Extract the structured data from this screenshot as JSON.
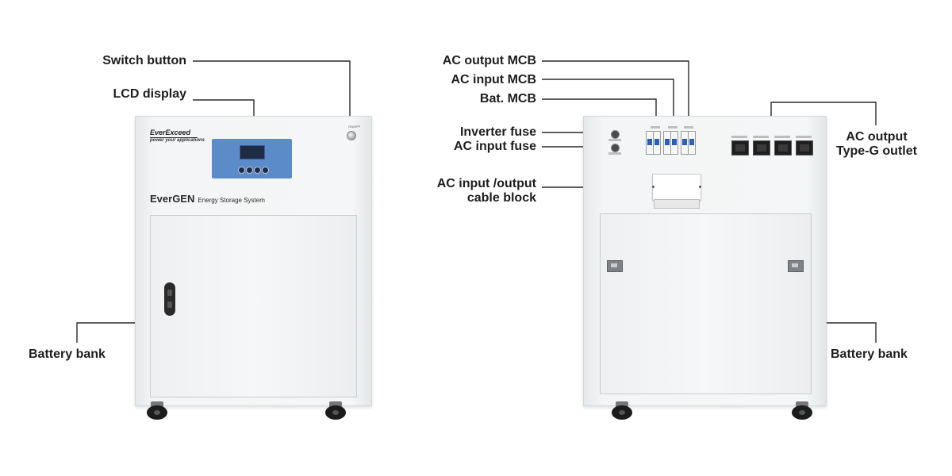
{
  "labels": {
    "switch_button": "Switch button",
    "lcd_display": "LCD display",
    "battery_bank_left": "Battery bank",
    "ac_output_mcb": "AC output MCB",
    "ac_input_mcb": "AC input MCB",
    "bat_mcb": "Bat. MCB",
    "inverter_fuse": "Inverter fuse",
    "ac_input_fuse": "AC input fuse",
    "ac_io_cable_block_line1": "AC input /output",
    "ac_io_cable_block_line2": "cable block",
    "ac_output_typeg_line1": "AC output",
    "ac_output_typeg_line2": "Type-G outlet",
    "battery_bank_right": "Battery bank"
  },
  "front_panel": {
    "brand": "EverExceed",
    "tagline": "power your applications",
    "product_name": "EverGEN",
    "product_subtitle": "Energy Storage System",
    "switch_marking": "ON/OFF"
  },
  "colors": {
    "label_text": "#1e1e1e",
    "leader_line": "#2a2a2a",
    "cabinet": "#f3f5f6",
    "lcd_panel": "#5b8bc8",
    "breaker_handle": "#2d5fb5",
    "wheel": "#1c1c1c"
  },
  "icons": {
    "switch": "round-knob-icon",
    "door_handle": "door-handle-icon",
    "latch": "door-latch-icon",
    "fuse": "fuse-holder-icon",
    "breaker": "breaker-icon",
    "outlet": "type-g-socket-icon",
    "wheel": "caster-wheel-icon"
  }
}
